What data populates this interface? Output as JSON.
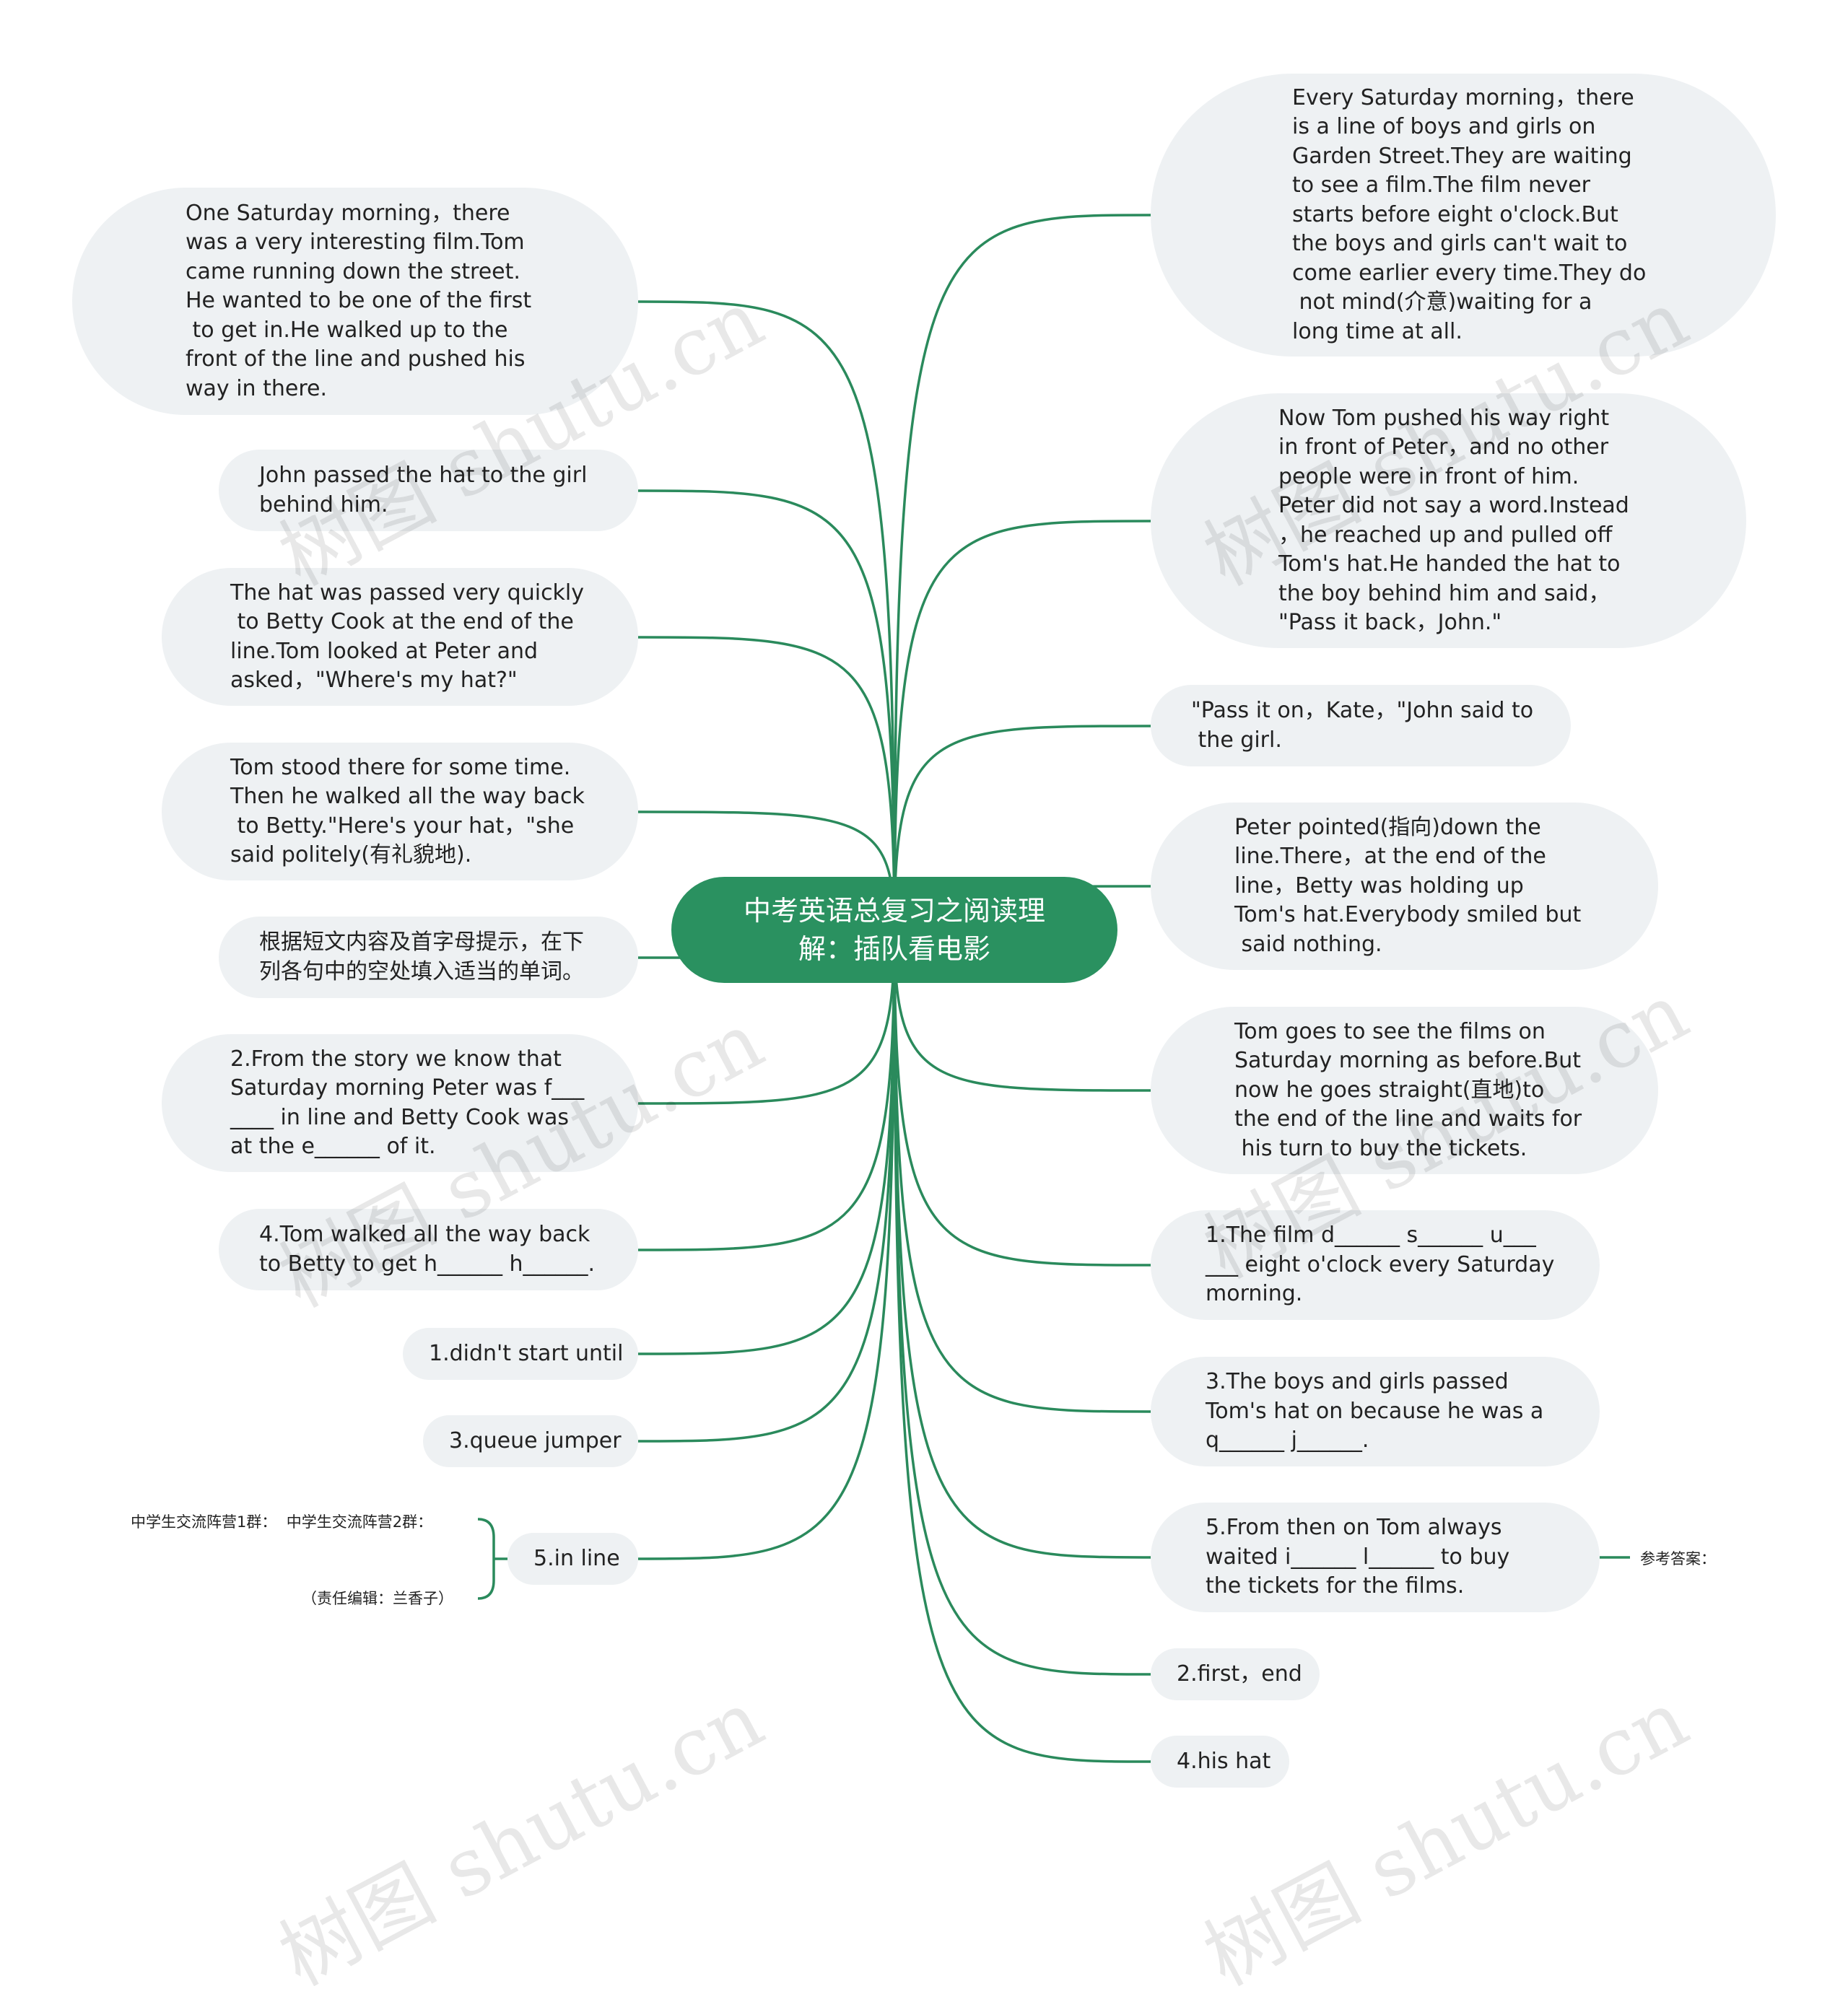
{
  "root": {
    "title": "中考英语总复习之阅读理\n解：插队看电影"
  },
  "left_nodes": [
    {
      "id": "l1",
      "text": "One Saturday morning，there\nwas a very interesting film.Tom\ncame running down the street.\nHe wanted to be one of the first\n to get in.He walked up to the\nfront of the line and pushed his\nway in there."
    },
    {
      "id": "l2",
      "text": "John passed the hat to the girl\nbehind him."
    },
    {
      "id": "l3",
      "text": "The hat was passed very quickly\n to Betty Cook at the end of the\nline.Tom looked at Peter and\nasked，\"Where's my hat?\""
    },
    {
      "id": "l4",
      "text": "Tom stood there for some time.\nThen he walked all the way back\n to Betty.\"Here's your hat，\"she\nsaid politely(有礼貌地)."
    },
    {
      "id": "l5",
      "text": "根据短文内容及首字母提示，在下\n列各句中的空处填入适当的单词。"
    },
    {
      "id": "l6",
      "text": "2.From the story we know that\nSaturday morning Peter was f___\n____ in line and Betty Cook was\nat the e______ of it."
    },
    {
      "id": "l7",
      "text": "4.Tom walked all the way back\nto Betty to get h______ h______."
    },
    {
      "id": "l8",
      "text": "1.didn't start until"
    },
    {
      "id": "l9",
      "text": "3.queue jumper"
    },
    {
      "id": "l10",
      "text": "5.in line"
    }
  ],
  "right_nodes": [
    {
      "id": "r1",
      "text": "Every Saturday morning，there\nis a line of boys and girls on\nGarden Street.They are waiting\nto see a film.The film never\nstarts before eight o'clock.But\nthe boys and girls can't wait to\ncome earlier every time.They do\n not mind(介意)waiting for a\nlong time at all."
    },
    {
      "id": "r2",
      "text": "Now Tom pushed his way right\nin front of Peter，and no other\npeople were in front of him.\nPeter did not say a word.Instead\n，he reached up and pulled off\nTom's hat.He handed the hat to\nthe boy behind him and said，\n\"Pass it back，John.\""
    },
    {
      "id": "r3",
      "text": "\"Pass it on，Kate，\"John said to\n the girl."
    },
    {
      "id": "r4",
      "text": "Peter pointed(指向)down the\nline.There，at the end of the\nline，Betty was holding up\nTom's hat.Everybody smiled but\n said nothing."
    },
    {
      "id": "r5",
      "text": "Tom goes to see the films on\nSaturday morning as before.But\nnow he goes straight(直地)to\nthe end of the line and waits for\n his turn to buy the tickets."
    },
    {
      "id": "r6",
      "text": "1.The film d______ s______ u___\n___ eight o'clock every Saturday\nmorning."
    },
    {
      "id": "r7",
      "text": "3.The boys and girls passed\nTom's hat on because he was a\nq______ j______."
    },
    {
      "id": "r8",
      "text": "5.From then on Tom always\nwaited i______ l______ to buy\nthe tickets for the films."
    },
    {
      "id": "r9",
      "text": "2.first，end"
    },
    {
      "id": "r10",
      "text": "4.his hat"
    }
  ],
  "leaf_nodes": {
    "left_top": "中学生交流阵营1群：  中学生交流阵营2群：",
    "left_bottom": "（责任编辑：兰香子）",
    "right": "参考答案："
  },
  "watermark": "树图 shutu.cn",
  "colors": {
    "link": "#2a8a5c",
    "root": "#2a9160",
    "node_bg": "#eef1f3"
  }
}
